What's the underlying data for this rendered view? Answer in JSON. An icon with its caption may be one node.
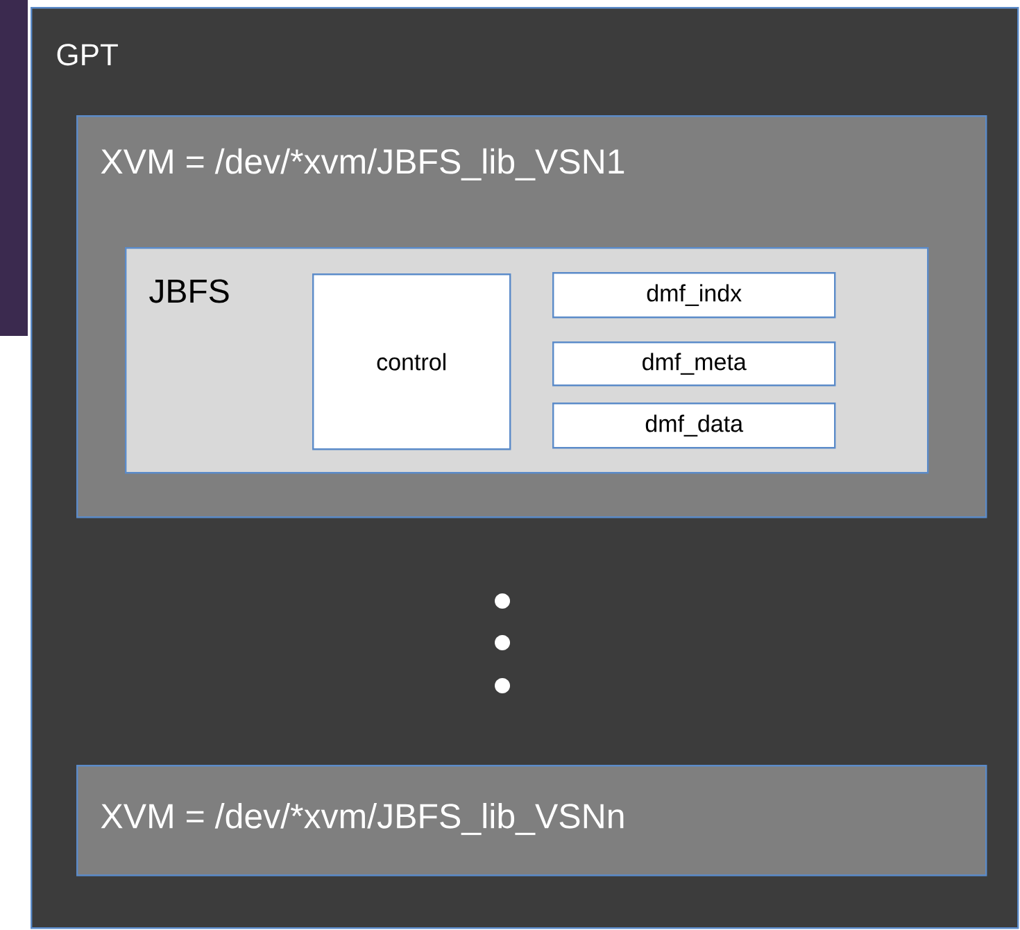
{
  "diagram": {
    "nodes": [
      {
        "text": [
          "GPT"
        ]
      },
      {
        "text": [
          "XVM = /dev/*xvm/JBFS_lib_VSN1"
        ],
        "in": 0
      },
      {
        "text": [
          "JBFS"
        ],
        "in": 1
      },
      {
        "text": [
          "control"
        ],
        "in": 2
      },
      {
        "text": [
          "dmf_indx"
        ],
        "in": 2
      },
      {
        "text": [
          "dmf_meta"
        ],
        "in": 2
      },
      {
        "text": [
          "dmf_data"
        ],
        "in": 2
      },
      {
        "text": [
          "XVM = /dev/*xvm/JBFS_lib_VSNn"
        ],
        "in": 0
      }
    ]
  }
}
